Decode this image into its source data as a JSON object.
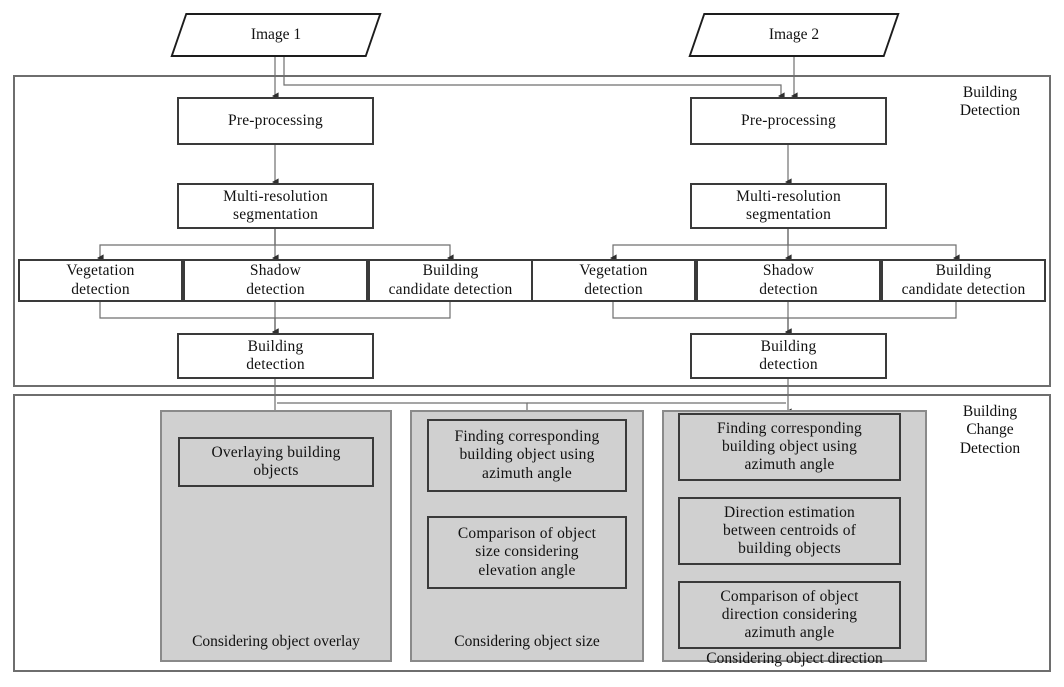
{
  "diagram": {
    "title_hidden": "",
    "inputs": [
      {
        "id": "image1",
        "label": "Image 1"
      },
      {
        "id": "image2",
        "label": "Image 2"
      }
    ],
    "frames": [
      {
        "id": "building-detection",
        "label": "Building\nDetection"
      },
      {
        "id": "building-change-detection",
        "label": "Building\nChange\nDetection"
      }
    ],
    "branches": [
      {
        "id": "left-branch",
        "nodes": [
          {
            "id": "pre-processing-left",
            "label": "Pre-processing"
          },
          {
            "id": "multi-resolution-segmentation-left",
            "label": "Multi-resolution\nsegmentation"
          },
          {
            "id": "vegetation-detection-left",
            "label": "Vegetation\ndetection"
          },
          {
            "id": "shadow-detection-left",
            "label": "Shadow\ndetection"
          },
          {
            "id": "building-candidate-detection-left",
            "label": "Building\ncandidate detection"
          },
          {
            "id": "building-detection-left",
            "label": "Building\ndetection"
          }
        ]
      },
      {
        "id": "right-branch",
        "nodes": [
          {
            "id": "pre-processing-right",
            "label": "Pre-processing"
          },
          {
            "id": "multi-resolution-segmentation-right",
            "label": "Multi-resolution\nsegmentation"
          },
          {
            "id": "vegetation-detection-right",
            "label": "Vegetation\ndetection"
          },
          {
            "id": "shadow-detection-right",
            "label": "Shadow\ndetection"
          },
          {
            "id": "building-candidate-detection-right",
            "label": "Building\ncandidate detection"
          },
          {
            "id": "building-detection-right",
            "label": "Building\ndetection"
          }
        ]
      }
    ],
    "change_groups": [
      {
        "id": "considering-object-overlay",
        "caption": "Considering object overlay",
        "steps": [
          {
            "id": "overlaying-building-objects",
            "label": "Overlaying building\nobjects"
          }
        ]
      },
      {
        "id": "considering-object-size",
        "caption": "Considering object size",
        "steps": [
          {
            "id": "finding-corresponding-building-object-azimuth-size",
            "label": "Finding corresponding\nbuilding object using\nazimuth angle"
          },
          {
            "id": "comparison-object-size-elevation",
            "label": "Comparison of object\nsize considering\nelevation angle"
          }
        ]
      },
      {
        "id": "considering-object-direction",
        "caption": "Considering object direction",
        "steps": [
          {
            "id": "finding-corresponding-building-object-azimuth-dir",
            "label": "Finding corresponding\nbuilding object using\nazimuth angle"
          },
          {
            "id": "direction-estimation-centroids",
            "label": "Direction estimation\nbetween centroids of\nbuilding objects"
          },
          {
            "id": "comparison-object-direction-azimuth",
            "label": "Comparison of object\ndirection considering\nazimuth angle"
          }
        ]
      }
    ],
    "colors": {
      "group_fill": "#d0d0d0",
      "node_border": "#3a3a3a",
      "frame_border": "#6e6e6e",
      "wire": "#6f6f6f",
      "wire_dark": "#3a3a3a",
      "text": "#111111",
      "background": "#ffffff"
    }
  }
}
